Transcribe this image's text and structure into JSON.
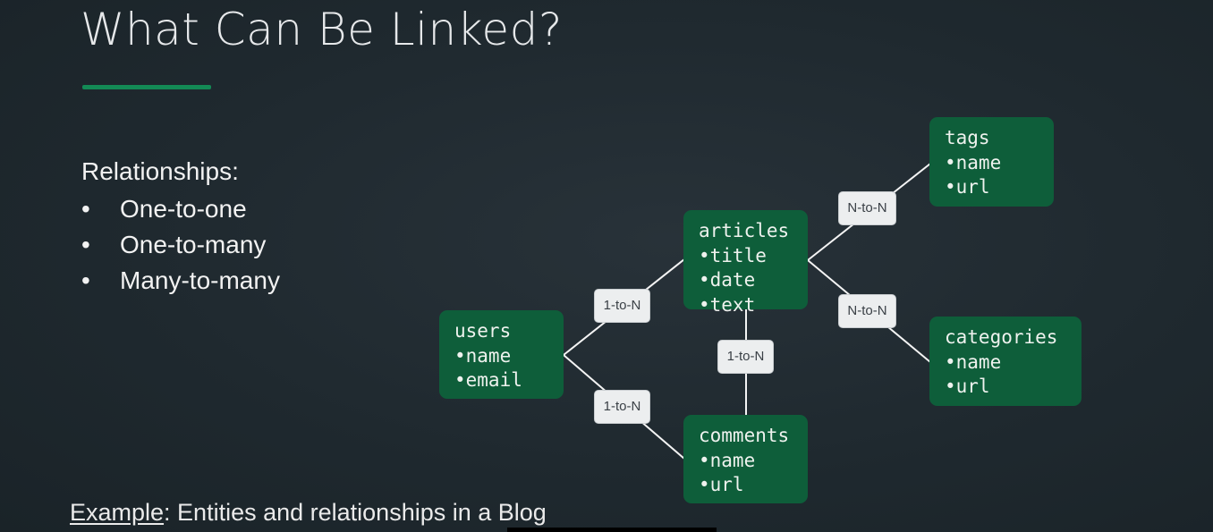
{
  "slide": {
    "title": "What Can Be Linked?",
    "accent_color": "#138a55"
  },
  "relationships": {
    "heading": "Relationships:",
    "items": [
      "One-to-one",
      "One-to-many",
      "Many-to-many"
    ]
  },
  "diagram": {
    "entities": {
      "users": {
        "name": "users",
        "fields": [
          "•name",
          "•email"
        ]
      },
      "articles": {
        "name": "articles",
        "fields": [
          "•title",
          "•date",
          "•text"
        ]
      },
      "comments": {
        "name": "comments",
        "fields": [
          "•name",
          "•url"
        ]
      },
      "tags": {
        "name": "tags",
        "fields": [
          "•name",
          "•url"
        ]
      },
      "categories": {
        "name": "categories",
        "fields": [
          "•name",
          "•url"
        ]
      }
    },
    "relations": {
      "users_articles": "1-to-N",
      "users_comments": "1-to-N",
      "articles_comments": "1-to-N",
      "articles_tags": "N-to-N",
      "articles_categories": "N-to-N"
    }
  },
  "example": {
    "label": "Example",
    "text": ": Entities and relationships in a Blog"
  }
}
